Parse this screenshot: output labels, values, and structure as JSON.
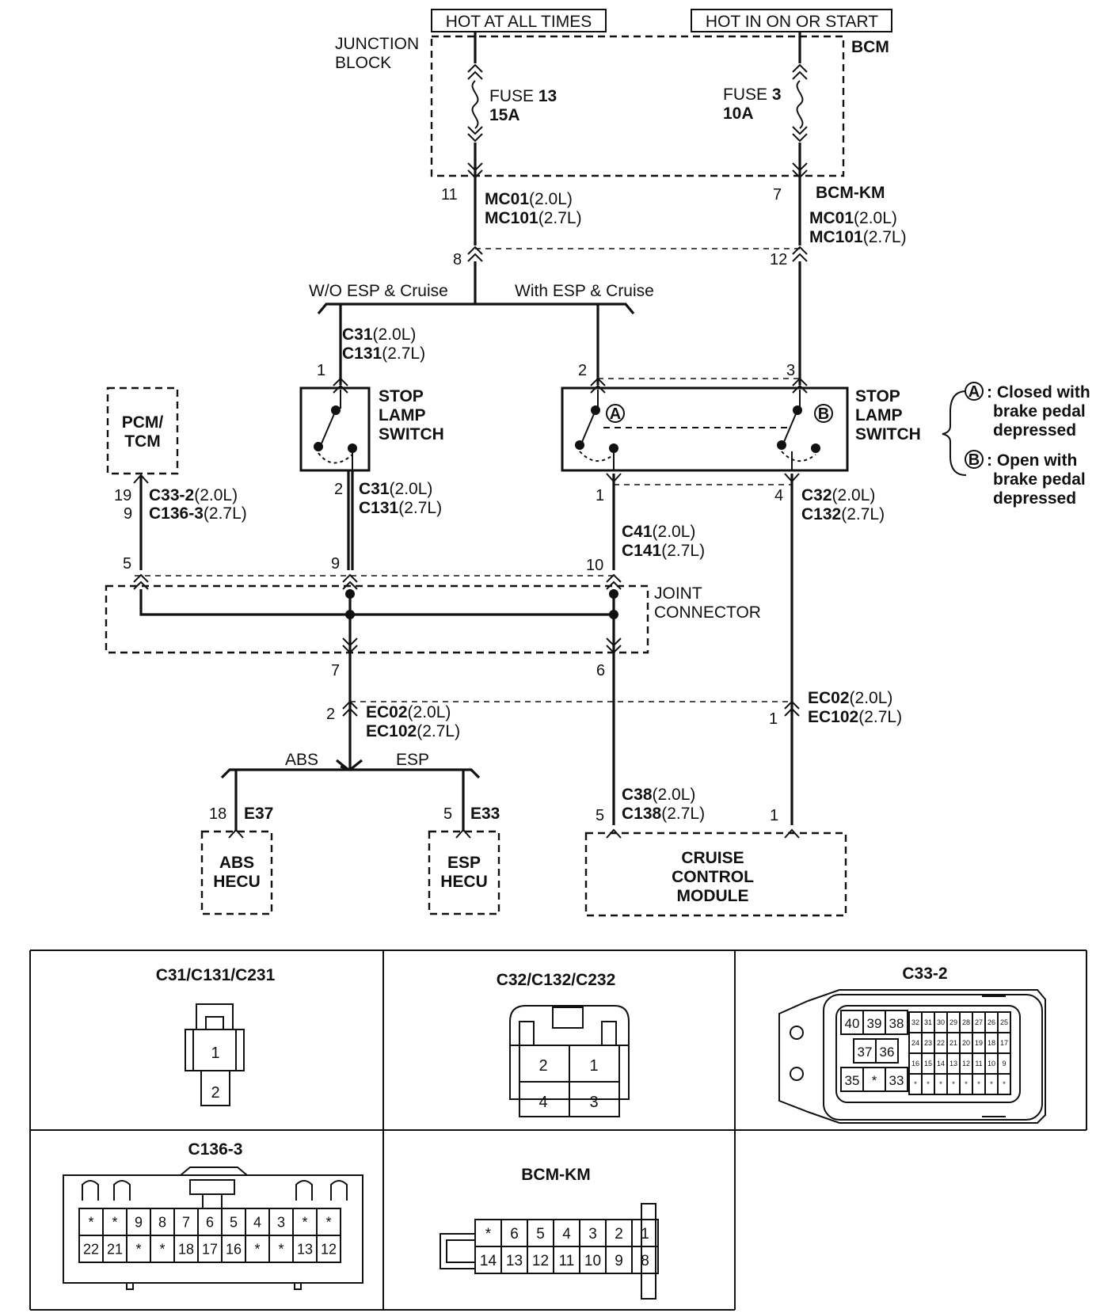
{
  "power": {
    "hot_at_all_times": "HOT AT ALL TIMES",
    "hot_in_on_or_start": "HOT IN ON OR START"
  },
  "junction_block": {
    "line1": "JUNCTION",
    "line2": "BLOCK",
    "bcm": "BCM"
  },
  "fuse13": {
    "prefix": "FUSE ",
    "number": "13",
    "rating": "15A"
  },
  "fuse3": {
    "prefix": "FUSE ",
    "number": "3",
    "rating": "10A"
  },
  "pins": {
    "p11": "11",
    "p7": "7",
    "p8": "8",
    "p12": "12",
    "p1_left": "1",
    "p2_esp": "2",
    "p3_esp": "3",
    "p2_left": "2",
    "p1_esp": "1",
    "p4_esp": "4",
    "p19": "19",
    "p9_pcm": "9",
    "p5_jc": "5",
    "p9_jc": "9",
    "p10_jc": "10",
    "p7_jc": "7",
    "p6_jc": "6",
    "p2_ec": "2",
    "p1_ec": "1",
    "p18": "18",
    "p5_esp_hecu": "5",
    "p5_ccm": "5",
    "p1_ccm": "1"
  },
  "connectors": {
    "bcm_km": "BCM-KM",
    "mc01_bold": "MC01",
    "mc01_suffix": "(2.0L)",
    "mc101_bold": "MC101",
    "mc101_suffix": "(2.7L)",
    "c31_bold": "C31",
    "c31_suffix": "(2.0L)",
    "c131_bold": "C131",
    "c131_suffix": "(2.7L)",
    "c33_2_bold": "C33-2",
    "c33_2_suffix": "(2.0L)",
    "c136_3_bold": "C136-3",
    "c136_3_suffix": "(2.7L)",
    "c41_bold": "C41",
    "c41_suffix": "(2.0L)",
    "c141_bold": "C141",
    "c141_suffix": "(2.7L)",
    "c32_bold": "C32",
    "c32_suffix": "(2.0L)",
    "c132_bold": "C132",
    "c132_suffix": "(2.7L)",
    "ec02_bold": "EC02",
    "ec02_suffix": "(2.0L)",
    "ec102_bold": "EC102",
    "ec102_suffix": "(2.7L)",
    "c38_bold": "C38",
    "c38_suffix": "(2.0L)",
    "c138_bold": "C138",
    "c138_suffix": "(2.7L)",
    "e37": "E37",
    "e33": "E33"
  },
  "branches": {
    "wo_esp": "W/O ESP & Cruise",
    "with_esp": "With ESP & Cruise",
    "abs": "ABS",
    "esp": "ESP"
  },
  "components": {
    "pcm_tcm_1": "PCM/",
    "pcm_tcm_2": "TCM",
    "stop_lamp_1": "STOP",
    "stop_lamp_2": "LAMP",
    "stop_lamp_3": "SWITCH",
    "joint_1": "JOINT",
    "joint_2": "CONNECTOR",
    "abs_hecu_1": "ABS",
    "abs_hecu_2": "HECU",
    "esp_hecu_1": "ESP",
    "esp_hecu_2": "HECU",
    "ccm_1": "CRUISE",
    "ccm_2": "CONTROL",
    "ccm_3": "MODULE"
  },
  "notes": {
    "a_mark": "A",
    "b_mark": "B",
    "a_line1": ": Closed with",
    "a_line2": "brake pedal",
    "a_line3": "depressed",
    "b_line1": ": Open with",
    "b_line2": "brake pedal",
    "b_line3": "depressed"
  },
  "connector_views": {
    "c31_title": "C31/C131/C231",
    "c31_pins": [
      "1",
      "2"
    ],
    "c32_title": "C32/C132/C232",
    "c32_pins": [
      "2",
      "1",
      "4",
      "3"
    ],
    "c33_title": "C33-2",
    "c33_big_row1": [
      "40",
      "39",
      "38"
    ],
    "c33_big_row2": [
      "37",
      "36"
    ],
    "c33_big_row3": [
      "35",
      "*",
      "33"
    ],
    "c33_small_row1": [
      "32",
      "31",
      "30",
      "29",
      "28",
      "27",
      "26",
      "25"
    ],
    "c33_small_row2": [
      "24",
      "23",
      "22",
      "21",
      "20",
      "19",
      "18",
      "17"
    ],
    "c33_small_row3": [
      "16",
      "15",
      "14",
      "13",
      "12",
      "11",
      "10",
      "9"
    ],
    "c33_small_row4": [
      "*",
      "*",
      "*",
      "*",
      "*",
      "*",
      "*",
      "*"
    ],
    "c136_title": "C136-3",
    "c136_row1": [
      "*",
      "*",
      "9",
      "8",
      "7",
      "6",
      "5",
      "4",
      "3",
      "*",
      "*"
    ],
    "c136_row2": [
      "22",
      "21",
      "*",
      "*",
      "18",
      "17",
      "16",
      "*",
      "*",
      "13",
      "12"
    ],
    "bcm_title": "BCM-KM",
    "bcm_row1": [
      "*",
      "6",
      "5",
      "4",
      "3",
      "2",
      "1"
    ],
    "bcm_row2": [
      "14",
      "13",
      "12",
      "11",
      "10",
      "9",
      "8"
    ]
  }
}
